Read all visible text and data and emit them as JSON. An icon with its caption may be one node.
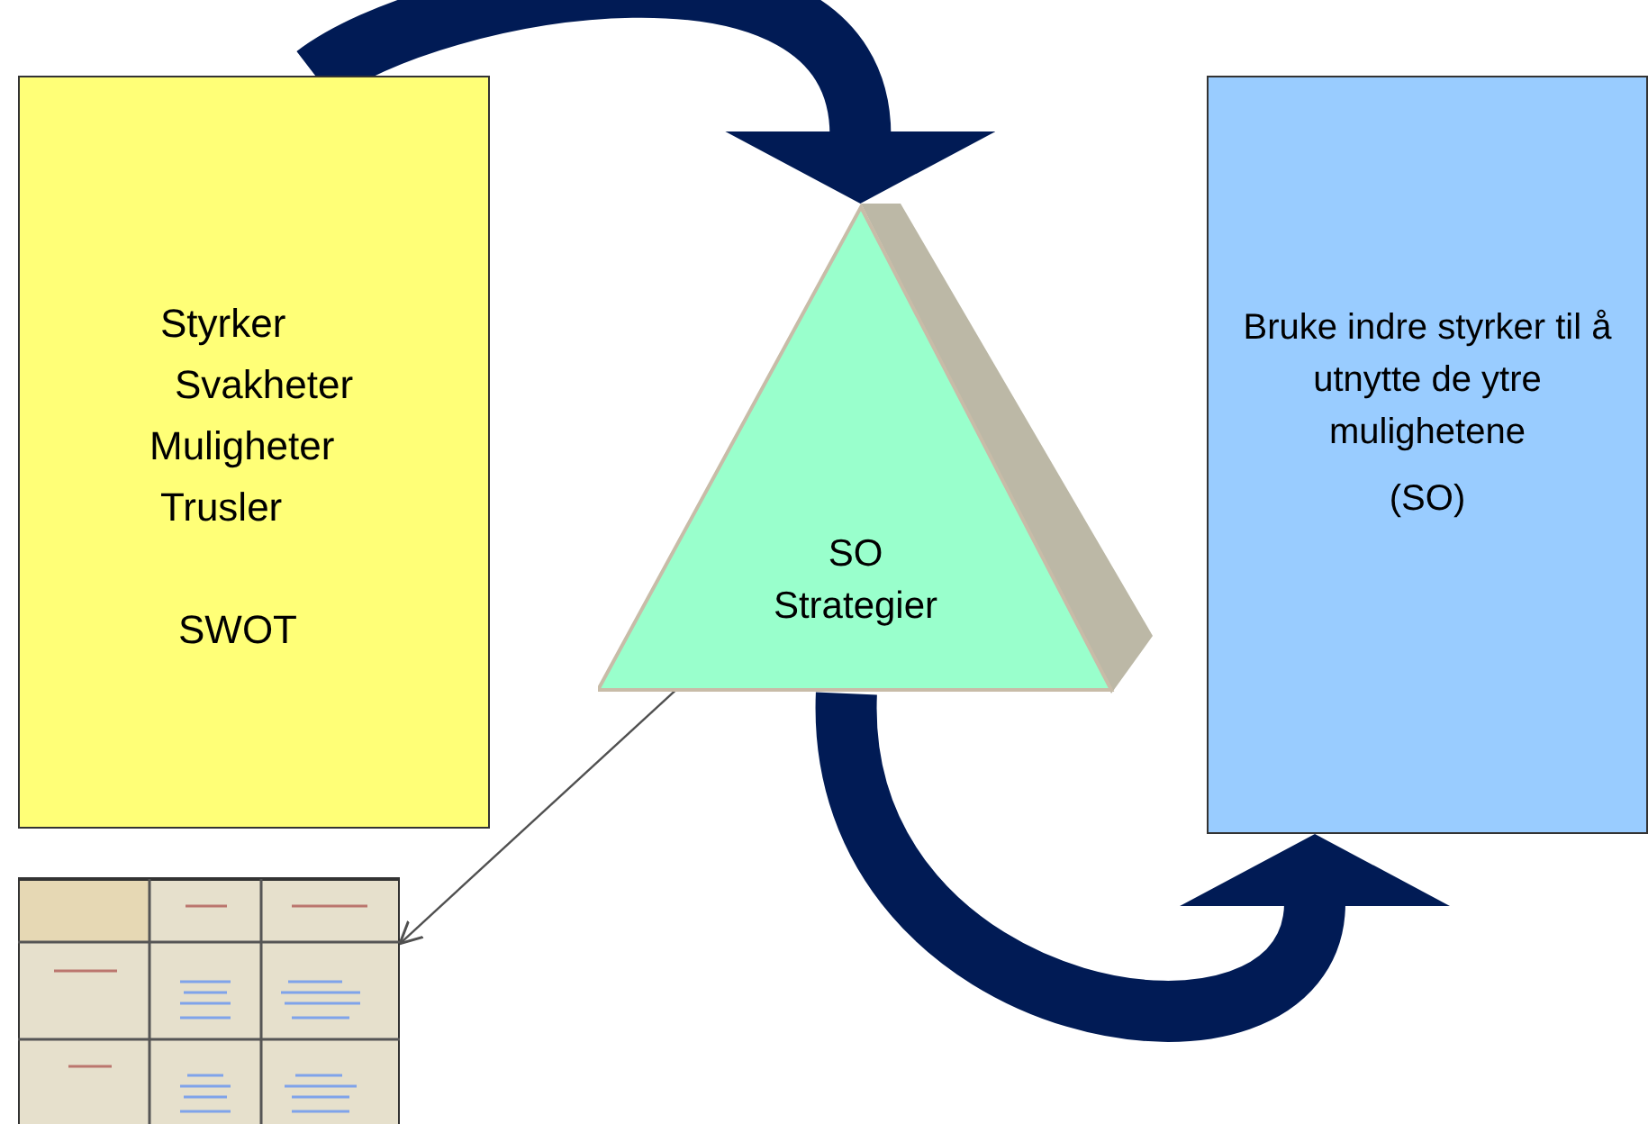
{
  "diagram": {
    "nodes": [
      {
        "text": [
          "Styrker",
          "Svakheter",
          "Muligheter",
          "Trusler",
          "SWOT"
        ]
      },
      {
        "text": [
          "SO Strategier"
        ]
      },
      {
        "text": [
          "Bruke indre styrker til å utnytte de ytre mulighetene",
          "(SO)"
        ]
      },
      {
        "text": [],
        "shape": "picture"
      }
    ],
    "edges": [
      {
        "from": 0,
        "to": 1,
        "arrow": "to"
      },
      {
        "from": 1,
        "to": 2,
        "arrow": "to"
      },
      {
        "from": 1,
        "to": 3,
        "arrow": "to",
        "color": "#505050"
      }
    ]
  }
}
